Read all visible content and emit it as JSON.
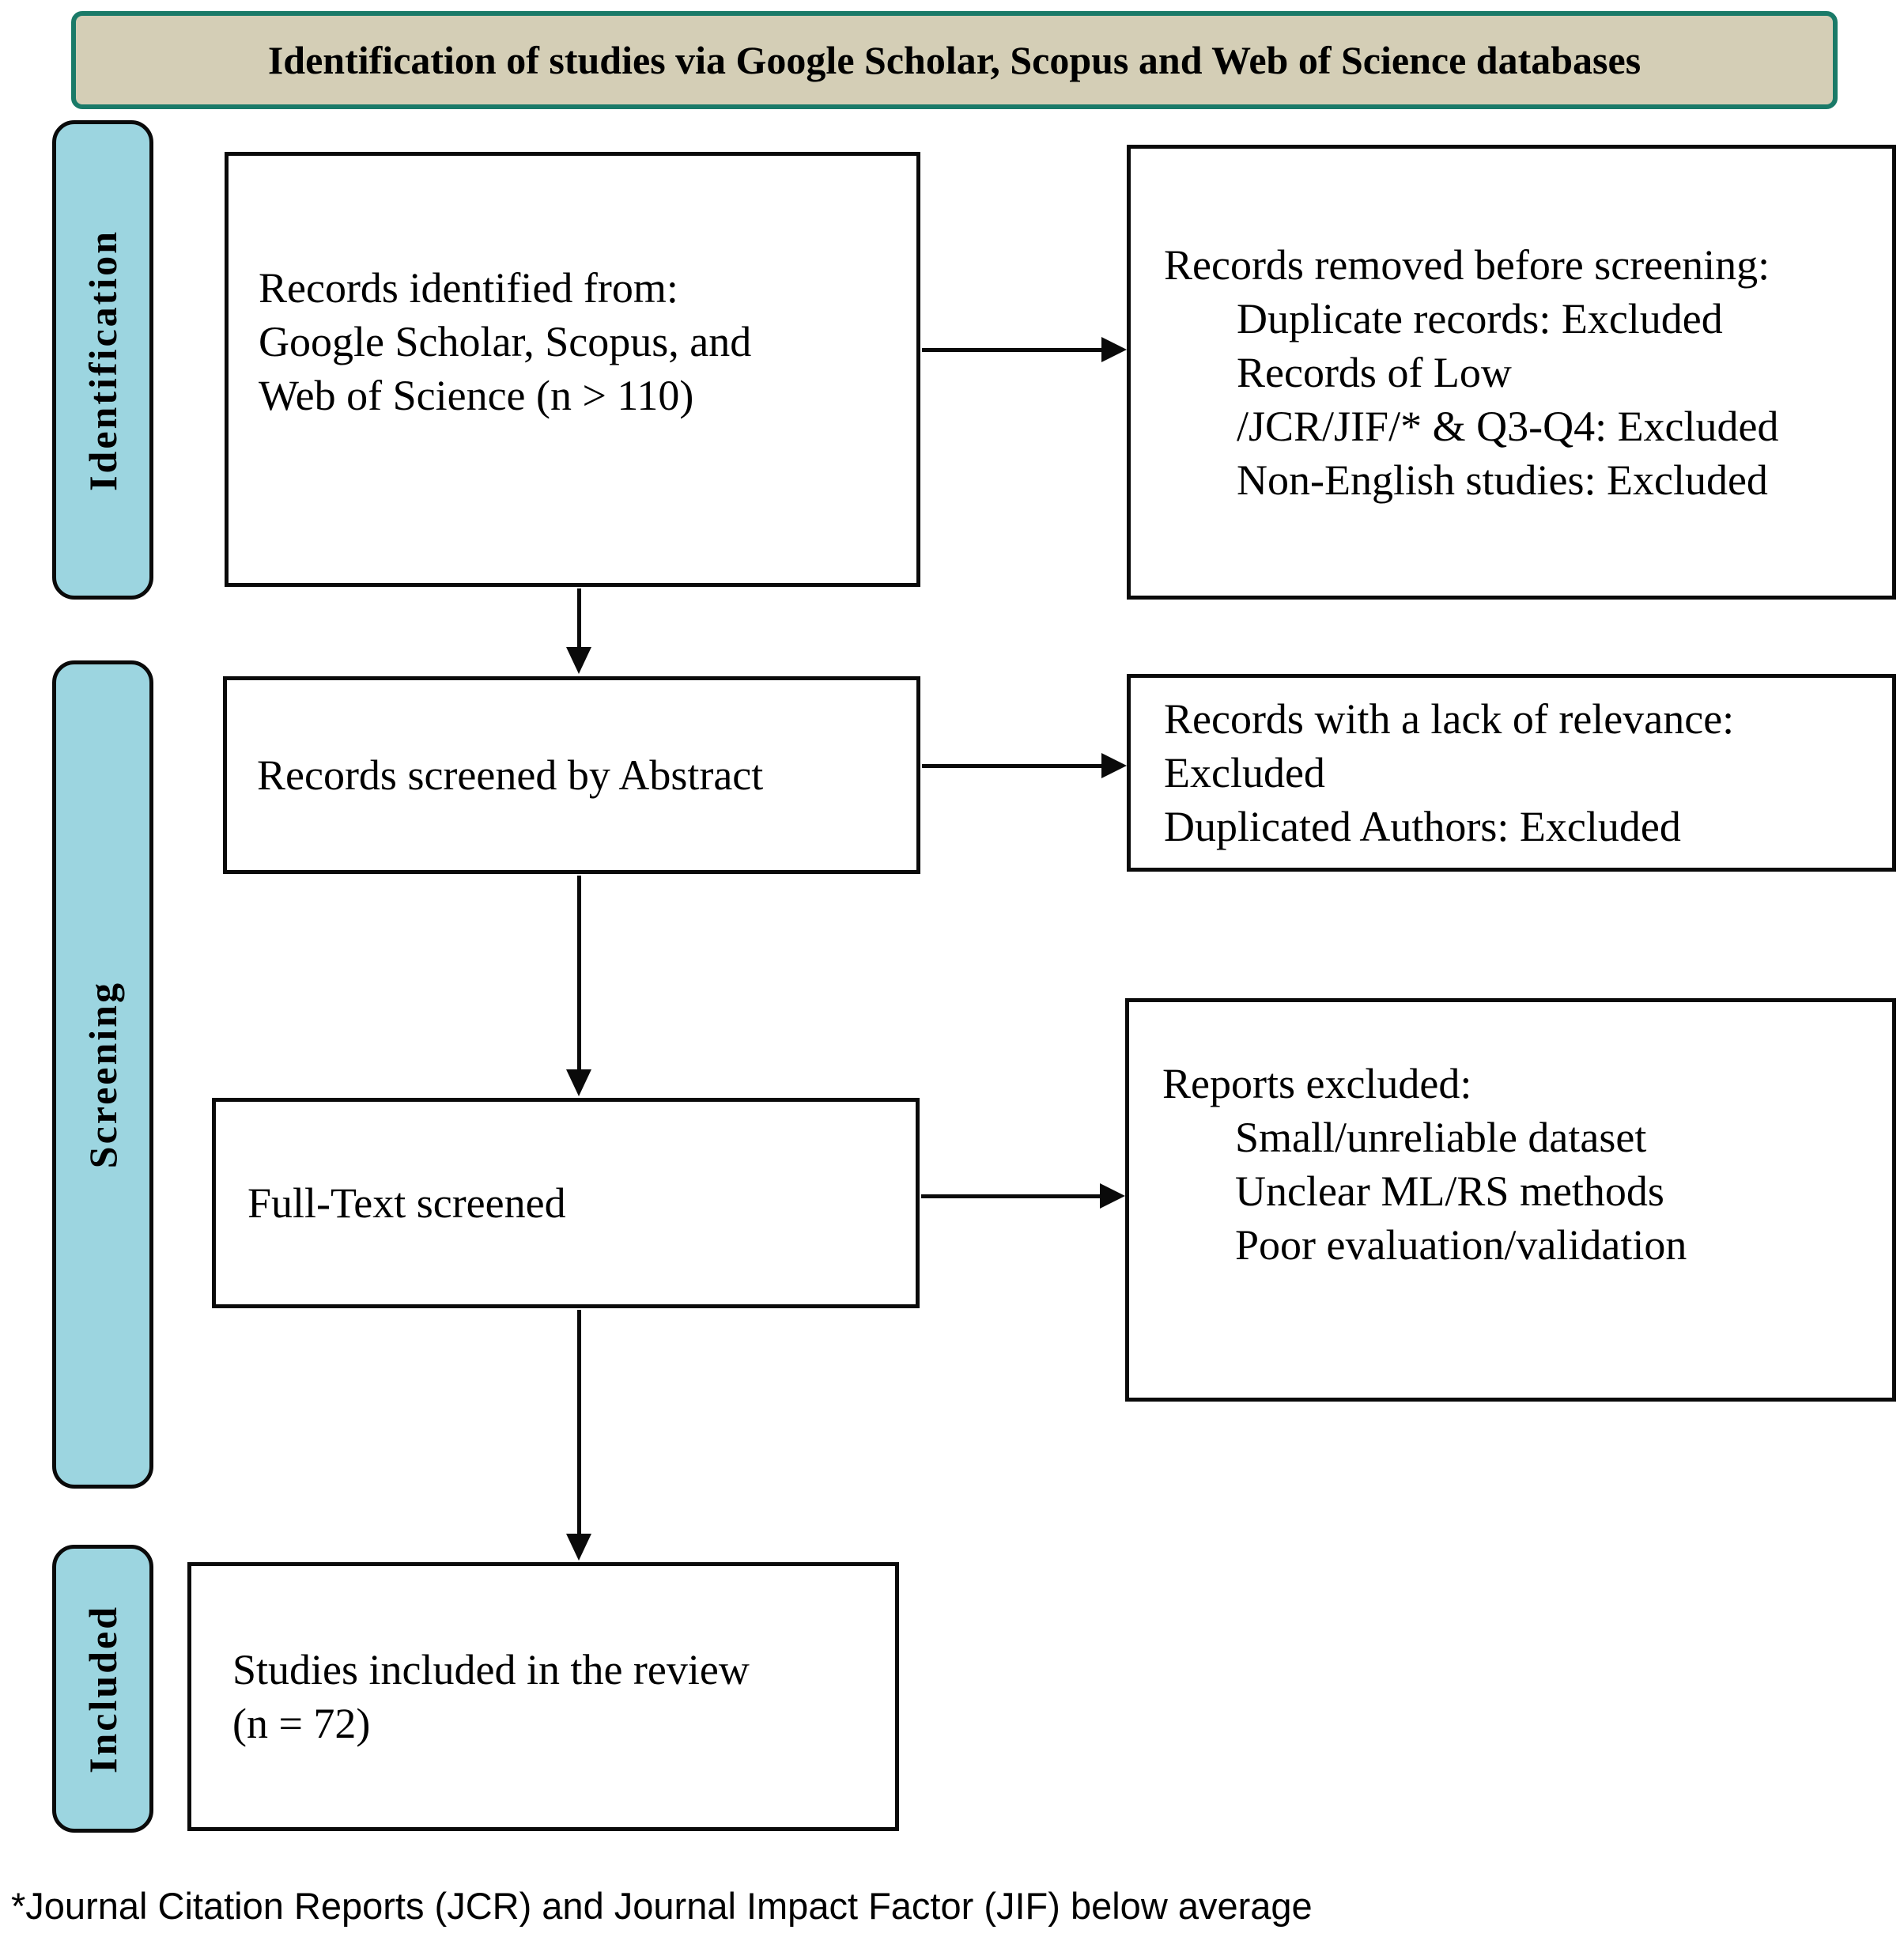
{
  "header": {
    "label": "Identification of studies via Google Scholar, Scopus and Web of Science databases"
  },
  "sidebar": {
    "stages": [
      {
        "label": "Identification"
      },
      {
        "label": "Screening"
      },
      {
        "label": "Included"
      }
    ]
  },
  "flow": {
    "identified": {
      "lines": [
        "Records identified from:",
        "Google Scholar, Scopus, and",
        "Web of Science (n > 110)"
      ]
    },
    "removed": {
      "heading": "Records removed before screening:",
      "items": [
        "Duplicate records: Excluded",
        "Records of Low",
        "/JCR/JIF/* & Q3-Q4: Excluded",
        "Non-English studies: Excluded"
      ]
    },
    "abstract_screened": {
      "label": "Records screened by Abstract"
    },
    "lack_relevance": {
      "lines": [
        "Records with a lack of relevance:",
        "Excluded",
        "Duplicated Authors: Excluded"
      ]
    },
    "fulltext_screened": {
      "label": "Full-Text screened"
    },
    "reports_excluded": {
      "heading": "Reports excluded:",
      "items": [
        "Small/unreliable dataset",
        "Unclear ML/RS methods",
        "Poor evaluation/validation"
      ]
    },
    "included_studies": {
      "lines": [
        "Studies included in the review",
        "(n = 72)"
      ]
    }
  },
  "footnote": "*Journal Citation Reports (JCR) and Journal Impact Factor (JIF) below average",
  "colors": {
    "header_bg": "#d4ceb6",
    "header_border": "#1a7a68",
    "stage_bg": "#9cd5e0",
    "box_border": "#0a0a0a",
    "background": "#ffffff"
  }
}
